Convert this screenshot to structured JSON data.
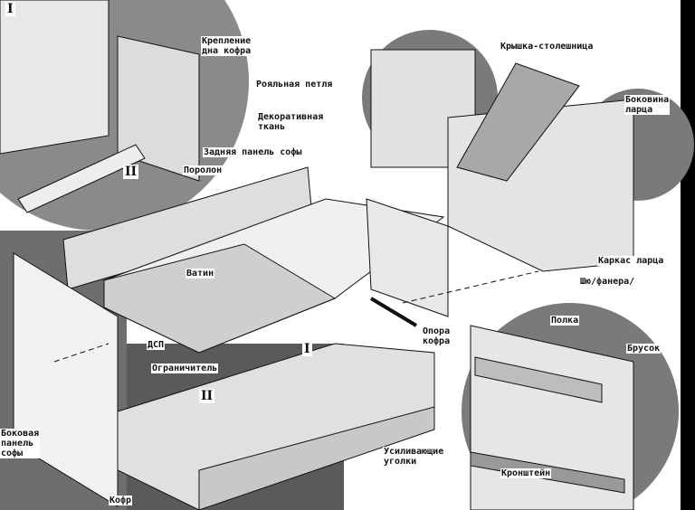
{
  "roman_marks": {
    "detail_1": "I",
    "detail_2": "II",
    "mark_1": "I",
    "mark_2": "II"
  },
  "labels": {
    "bottom_fastening": [
      "Крепление",
      "дна кофра"
    ],
    "lid_tabletop": "Крышка-столешница",
    "piano_hinge": "Рояльная петля",
    "chest_side": [
      "Боковина",
      "ларца"
    ],
    "decorative_fabric": [
      "Декоративная",
      "ткань"
    ],
    "sofa_back_panel": "Задняя панель софы",
    "foam": "Поролон",
    "batting": "Ватин",
    "chest_frame": "Каркас ларца",
    "plywood": "Шю/фанера/",
    "chipboard": "ДСП",
    "box_support": [
      "Опора",
      "кофра"
    ],
    "limiter": "Ограничитель",
    "shelf": "Полка",
    "bar": "Брусок",
    "sofa_side_panel": [
      "Боковая",
      "панель",
      "софы"
    ],
    "reinforcing_corners": [
      "Усиливающие",
      "уголки"
    ],
    "bracket": "Кронштейн",
    "box": "Кофр"
  },
  "colors": {
    "gray": "#7a7a7a",
    "dark": "#3c3c3c",
    "wood": "#e6e6e6",
    "ink": "#111111"
  }
}
